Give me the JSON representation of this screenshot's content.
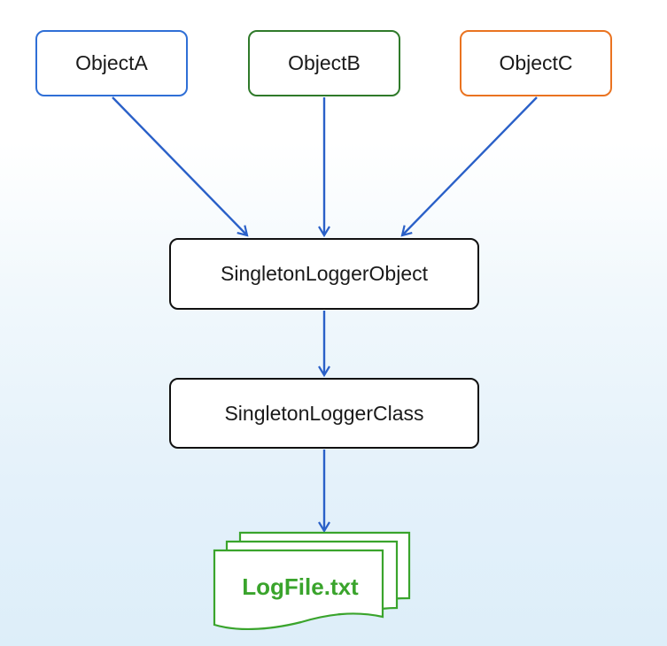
{
  "nodes": {
    "object_a": "ObjectA",
    "object_b": "ObjectB",
    "object_c": "ObjectC",
    "singleton_object": "SingletonLoggerObject",
    "singleton_class": "SingletonLoggerClass",
    "log_file": "LogFile.txt"
  },
  "colors": {
    "object_a_border": "#2f6fd6",
    "object_b_border": "#2f7a2a",
    "object_c_border": "#ea7320",
    "arrow": "#2a60c8",
    "file": "#3aa42c"
  }
}
